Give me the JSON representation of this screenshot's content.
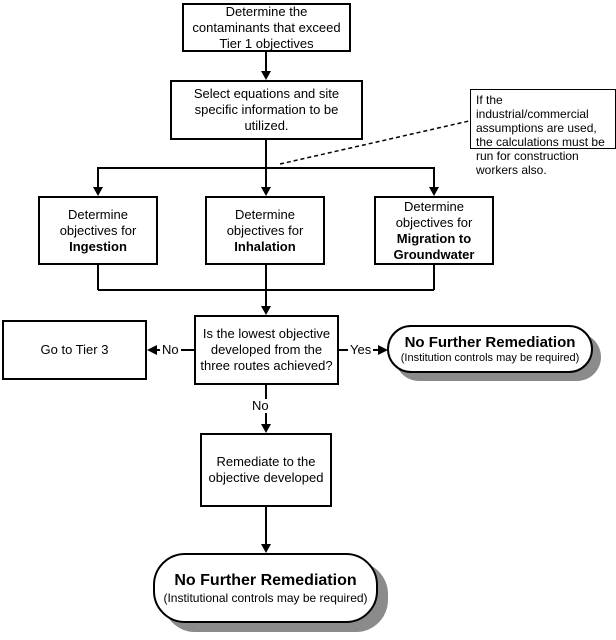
{
  "colors": {
    "background": "#ffffff",
    "line": "#000000",
    "shadow": "#8b8b8b",
    "node_fill": "#ffffff"
  },
  "nodes": {
    "contaminants": {
      "text": "Determine the contaminants that exceed Tier 1 objectives"
    },
    "select_equations": {
      "text": "Select equations and site specific information to be utilized."
    },
    "note": {
      "text": "If the industrial/commercial assumptions are used, the calculations must be run for construction workers also."
    },
    "ingestion": {
      "text": "Determine objectives for",
      "bold": "Ingestion"
    },
    "inhalation": {
      "text": "Determine objectives for",
      "bold": "Inhalation"
    },
    "migration": {
      "text": "Determine objectives for",
      "bold": "Migration to Groundwater"
    },
    "tier3": {
      "text": "Go to Tier 3"
    },
    "decision": {
      "text": "Is the lowest objective developed from the three routes achieved?"
    },
    "remediate": {
      "text": "Remediate to the objective developed"
    },
    "no_further_right": {
      "title": "No Further Remediation",
      "subtitle": "(Institution controls may be required)"
    },
    "no_further_bottom": {
      "title": "No Further Remediation",
      "subtitle": "(Institutional controls may be required)"
    }
  },
  "edge_labels": {
    "no_left": "No",
    "yes_right": "Yes",
    "no_down": "No"
  }
}
